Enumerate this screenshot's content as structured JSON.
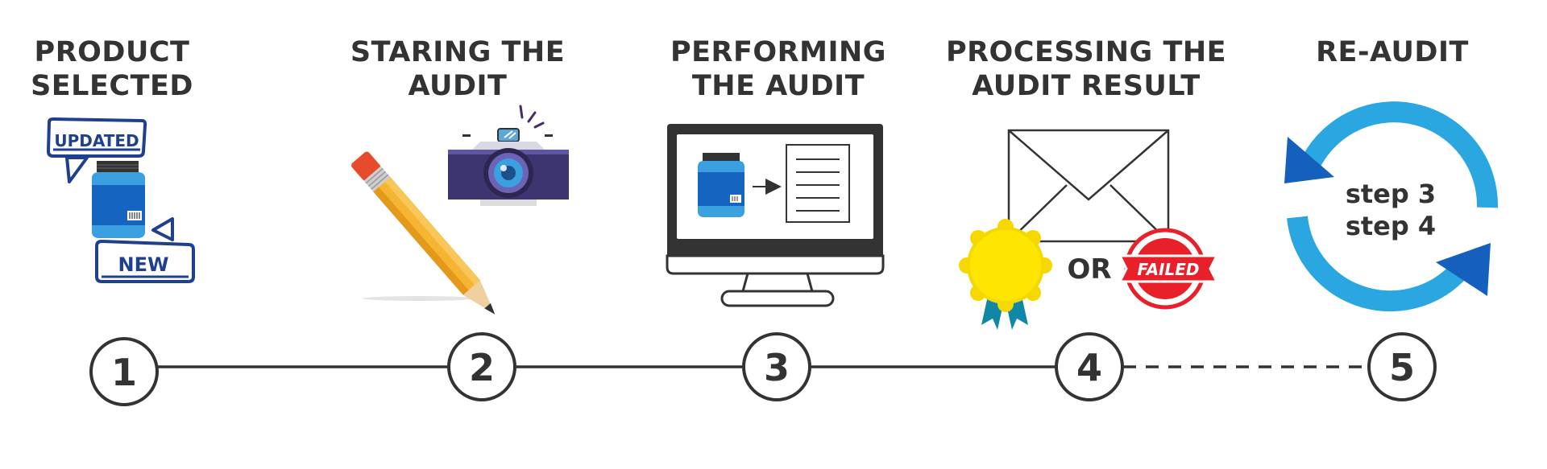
{
  "steps": [
    {
      "number": "1",
      "title_lines": [
        "PRODUCT",
        "SELECTED"
      ],
      "tag_top": "UPDATED",
      "tag_bottom": "NEW"
    },
    {
      "number": "2",
      "title_lines": [
        "STARING THE",
        "AUDIT"
      ]
    },
    {
      "number": "3",
      "title_lines": [
        "PERFORMING",
        "THE AUDIT"
      ]
    },
    {
      "number": "4",
      "title_lines": [
        "PROCESSING THE",
        "AUDIT RESULT"
      ],
      "or_label": "OR",
      "stamp_label": "FAILED"
    },
    {
      "number": "5",
      "title_lines": [
        "RE-AUDIT"
      ],
      "cycle_lines": [
        "step 3",
        "step 4"
      ]
    }
  ],
  "colors": {
    "text": "#333333",
    "navy": "#1f3f8f",
    "jar_blue": "#1565c0",
    "jar_light": "#3aa0e0",
    "cycle_light": "#2aa7e0",
    "cycle_dark": "#1560bd",
    "pencil": "#f5b431",
    "eraser": "#e84b2b",
    "camera_body": "#3d3570",
    "seal_yellow": "#ffe600",
    "ribbon_teal": "#1187a8",
    "stamp_red": "#e8202a"
  },
  "icons": [
    "new-product-jar-icon",
    "pencil-icon",
    "camera-icon",
    "monitor-icon",
    "envelope-icon",
    "award-seal-icon",
    "failed-stamp-icon",
    "cycle-arrows-icon"
  ]
}
